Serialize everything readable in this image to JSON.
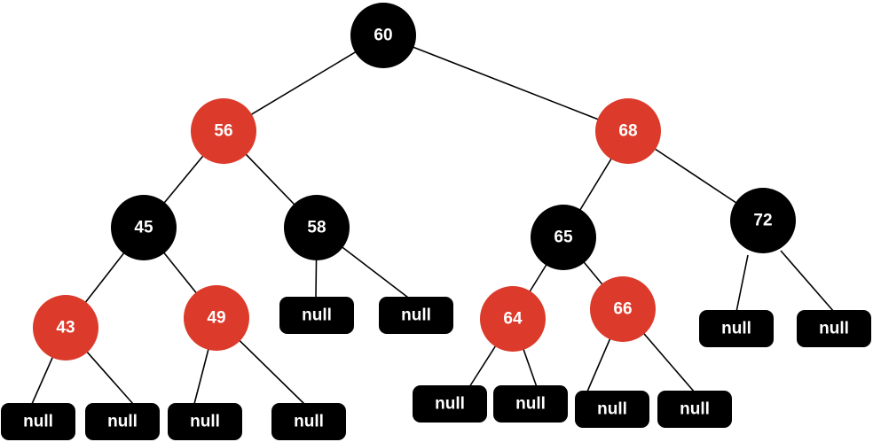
{
  "colors": {
    "black_node": "#000000",
    "red_node": "#dc3a2a",
    "null_leaf": "#000000",
    "edge": "#000000",
    "text": "#ffffff"
  },
  "null_label": "null",
  "nodes": [
    {
      "id": "n60",
      "label": "60",
      "color": "black"
    },
    {
      "id": "n56",
      "label": "56",
      "color": "red"
    },
    {
      "id": "n68",
      "label": "68",
      "color": "red"
    },
    {
      "id": "n45",
      "label": "45",
      "color": "black"
    },
    {
      "id": "n58",
      "label": "58",
      "color": "black"
    },
    {
      "id": "n65",
      "label": "65",
      "color": "black"
    },
    {
      "id": "n72",
      "label": "72",
      "color": "black"
    },
    {
      "id": "n43",
      "label": "43",
      "color": "red"
    },
    {
      "id": "n49",
      "label": "49",
      "color": "red"
    },
    {
      "id": "n64",
      "label": "64",
      "color": "red"
    },
    {
      "id": "n66",
      "label": "66",
      "color": "red"
    }
  ],
  "null_leaves": [
    {
      "id": "null-43-left",
      "parent": "n43"
    },
    {
      "id": "null-43-right",
      "parent": "n43"
    },
    {
      "id": "null-49-left",
      "parent": "n49"
    },
    {
      "id": "null-49-right",
      "parent": "n49"
    },
    {
      "id": "null-58-left",
      "parent": "n58"
    },
    {
      "id": "null-58-right",
      "parent": "n58"
    },
    {
      "id": "null-64-left",
      "parent": "n64"
    },
    {
      "id": "null-64-right",
      "parent": "n64"
    },
    {
      "id": "null-66-left",
      "parent": "n66"
    },
    {
      "id": "null-66-right",
      "parent": "n66"
    },
    {
      "id": "null-72-left",
      "parent": "n72"
    },
    {
      "id": "null-72-right",
      "parent": "n72"
    }
  ],
  "edges": [
    [
      "n60",
      "n56"
    ],
    [
      "n60",
      "n68"
    ],
    [
      "n56",
      "n45"
    ],
    [
      "n56",
      "n58"
    ],
    [
      "n68",
      "n65"
    ],
    [
      "n68",
      "n72"
    ],
    [
      "n45",
      "n43"
    ],
    [
      "n45",
      "n49"
    ],
    [
      "n65",
      "n64"
    ],
    [
      "n65",
      "n66"
    ],
    [
      "n43",
      "null-43-left"
    ],
    [
      "n43",
      "null-43-right"
    ],
    [
      "n49",
      "null-49-left"
    ],
    [
      "n49",
      "null-49-right"
    ],
    [
      "n58",
      "null-58-left"
    ],
    [
      "n58",
      "null-58-right"
    ],
    [
      "n64",
      "null-64-left"
    ],
    [
      "n64",
      "null-64-right"
    ],
    [
      "n66",
      "null-66-left"
    ],
    [
      "n66",
      "null-66-right"
    ],
    [
      "n72",
      "null-72-left"
    ],
    [
      "n72",
      "null-72-right"
    ]
  ]
}
